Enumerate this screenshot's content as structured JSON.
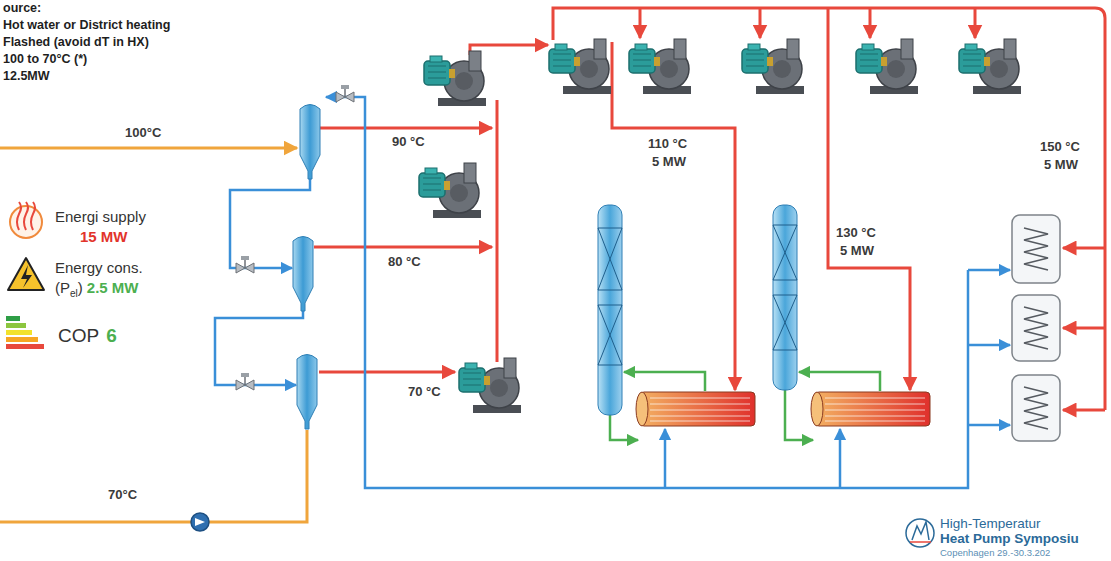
{
  "diagram": {
    "labels": [
      "ource:",
      "Hot water or District heating",
      "Flashed (avoid dT in HX)",
      "100 to 70°C (*)",
      "12.5MW",
      "100°C",
      "90 °C",
      "110 °C",
      "5 MW",
      "130 °C",
      "5 MW",
      "150 °C",
      "5 MW",
      "80 °C",
      "Energi supply",
      "15 MW",
      "Energy cons.",
      "(P",
      "el",
      ")",
      "2.5 MW",
      "COP",
      "6",
      "70 °C",
      "70°C",
      "High-Temperatur",
      "Heat Pump Symposiu",
      "Copenhagen 29.-30.3.202"
    ]
  }
}
